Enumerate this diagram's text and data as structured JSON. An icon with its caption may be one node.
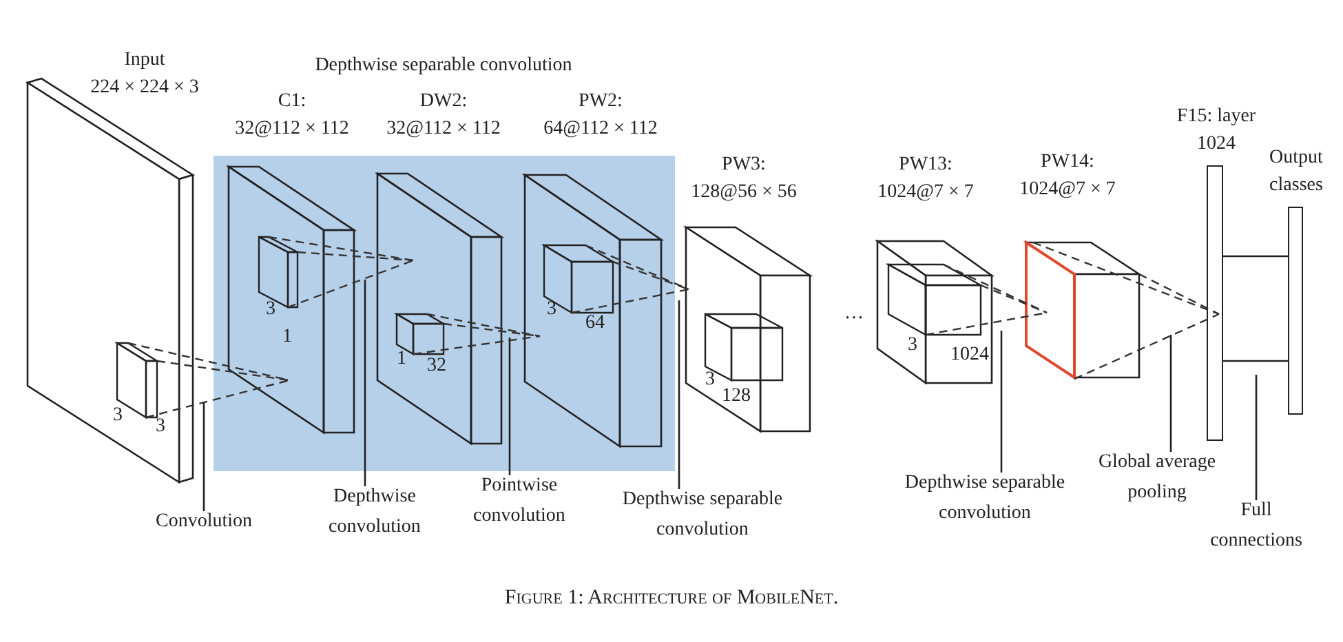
{
  "diagram": {
    "caption": "Figure 1: Architecture of MobileNet.",
    "nodes": [
      {
        "text": [
          "Input",
          "224 × 224 × 3"
        ]
      },
      {
        "text": [
          "Depthwise separable convolution"
        ]
      },
      {
        "text": [
          "C1:",
          "32@112 × 112"
        ],
        "in": 1
      },
      {
        "text": [
          "DW2:",
          "32@112 × 112"
        ],
        "in": 1
      },
      {
        "text": [
          "PW2:",
          "64@112 × 112"
        ],
        "in": 1
      },
      {
        "text": [
          "PW3:",
          "128@56 × 56"
        ]
      },
      {
        "text": [
          "PW13:",
          "1024@7 × 7"
        ]
      },
      {
        "text": [
          "PW14:",
          "1024@7 × 7"
        ]
      },
      {
        "text": [
          "F15: layer",
          "1024"
        ]
      },
      {
        "text": [
          "Output classes"
        ]
      },
      {
        "text": [
          "Convolution"
        ]
      },
      {
        "text": [
          "Depthwise convolution"
        ]
      },
      {
        "text": [
          "Pointwise convolution"
        ]
      },
      {
        "text": [
          "Depthwise separable convolution"
        ]
      },
      {
        "text": [
          "Depthwise separable convolution"
        ]
      },
      {
        "text": [
          "Global average pooling"
        ]
      },
      {
        "text": [
          "Full connections"
        ]
      }
    ],
    "edges": [
      {
        "from": 10,
        "to": 0,
        "arrow": "none"
      },
      {
        "from": 11,
        "to": 2,
        "arrow": "none"
      },
      {
        "from": 12,
        "to": 3,
        "arrow": "none"
      },
      {
        "from": 13,
        "to": 5,
        "arrow": "none"
      },
      {
        "from": 14,
        "to": 6,
        "arrow": "none"
      },
      {
        "from": 15,
        "to": null,
        "arrow": "none"
      },
      {
        "from": 16,
        "to": null,
        "arrow": "none"
      },
      {
        "from": 8,
        "to": 9,
        "arrow": "none"
      },
      {
        "from": 8,
        "to": 9,
        "arrow": "none"
      }
    ],
    "labels": [
      "3",
      "3",
      "3",
      "1",
      "1",
      "32",
      "3",
      "64",
      "3",
      "128",
      "…",
      "3",
      "1024"
    ]
  }
}
